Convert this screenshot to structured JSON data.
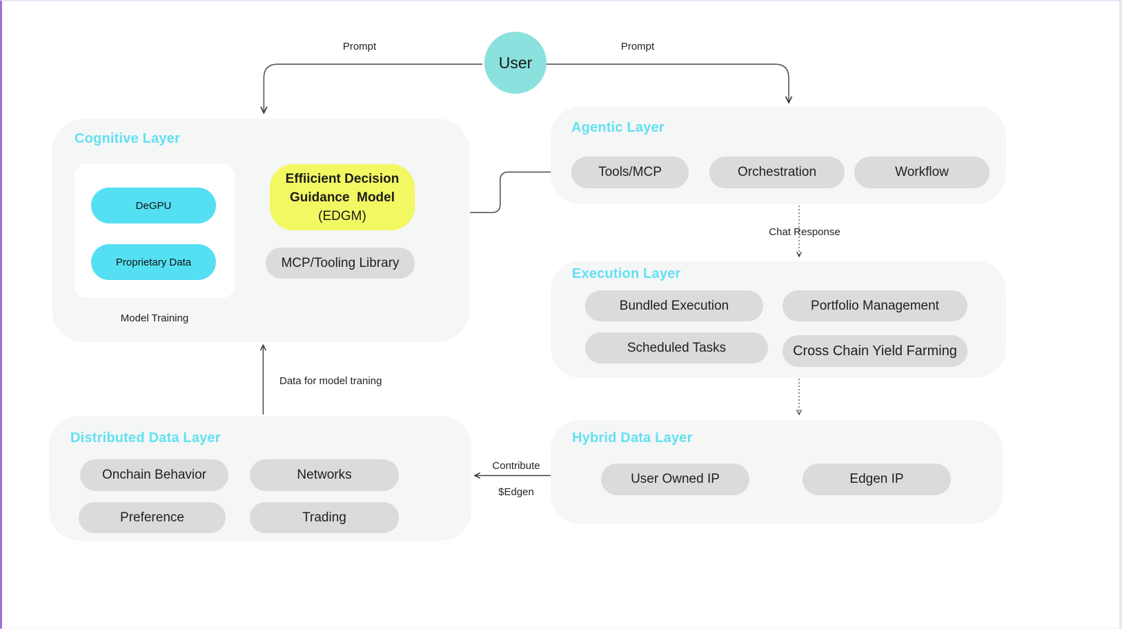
{
  "diagram": {
    "user_node": {
      "label": "User"
    },
    "edge_labels": {
      "prompt_left": "Prompt",
      "prompt_right": "Prompt",
      "chat_response": "Chat Response",
      "data_for_model_training": "Data for model traning",
      "contribute": "Contribute",
      "edgen_token": "$Edgen"
    },
    "cognitive_layer": {
      "title": "Cognitive Layer",
      "training_box": {
        "items": [
          "DeGPU",
          "Proprietary Data"
        ],
        "caption": "Model Training"
      },
      "edgm": {
        "line1": "Effiicient Decision",
        "line2": "Guidance  Model",
        "line3": "(EDGM)"
      },
      "mcp_library": "MCP/Tooling Library"
    },
    "agentic_layer": {
      "title": "Agentic Layer",
      "pills": [
        "Tools/MCP",
        "Orchestration",
        "Workflow"
      ]
    },
    "execution_layer": {
      "title": "Execution Layer",
      "pills": [
        "Bundled Execution",
        "Portfolio Management",
        "Scheduled Tasks",
        "Cross Chain Yield Farming"
      ]
    },
    "distributed_data_layer": {
      "title": "Distributed Data Layer",
      "pills": [
        "Onchain Behavior",
        "Networks",
        "Preference",
        "Trading"
      ]
    },
    "hybrid_data_layer": {
      "title": "Hybrid Data Layer",
      "pills": [
        "User Owned IP",
        "Edgen IP"
      ]
    },
    "colors": {
      "accent_cyan": "#62E1F2",
      "node_cyan": "#55DFF2",
      "user_teal": "#8BE1DD",
      "highlight_yellow": "#F2F861",
      "pill_gray": "#DBDBDB",
      "container_gray": "#F5F6F6",
      "line": "#3c3c3c"
    }
  }
}
